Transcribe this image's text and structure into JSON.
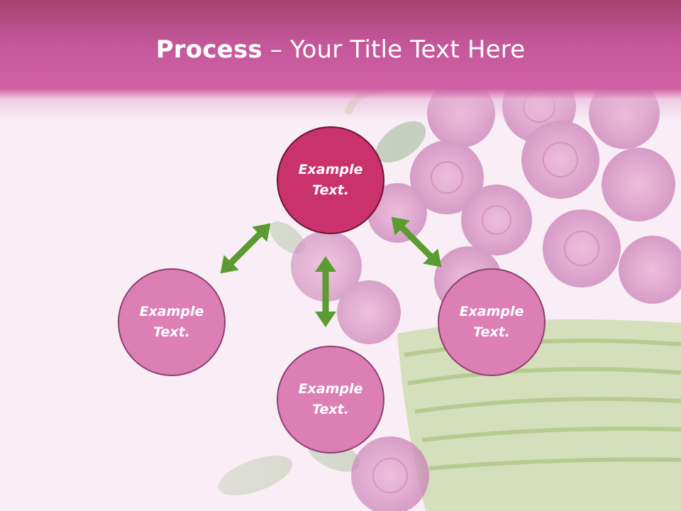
{
  "title": {
    "strong": "Process",
    "rest": " – Your Title Text Here"
  },
  "nodes": {
    "top": "Example Text.",
    "left": "Example Text.",
    "right": "Example Text.",
    "bottom": "Example Text."
  },
  "colors": {
    "title_band": "#c4579a",
    "main_node": "#c9326a",
    "sub_node": "#db7fb4",
    "arrow": "#5a9b32"
  }
}
